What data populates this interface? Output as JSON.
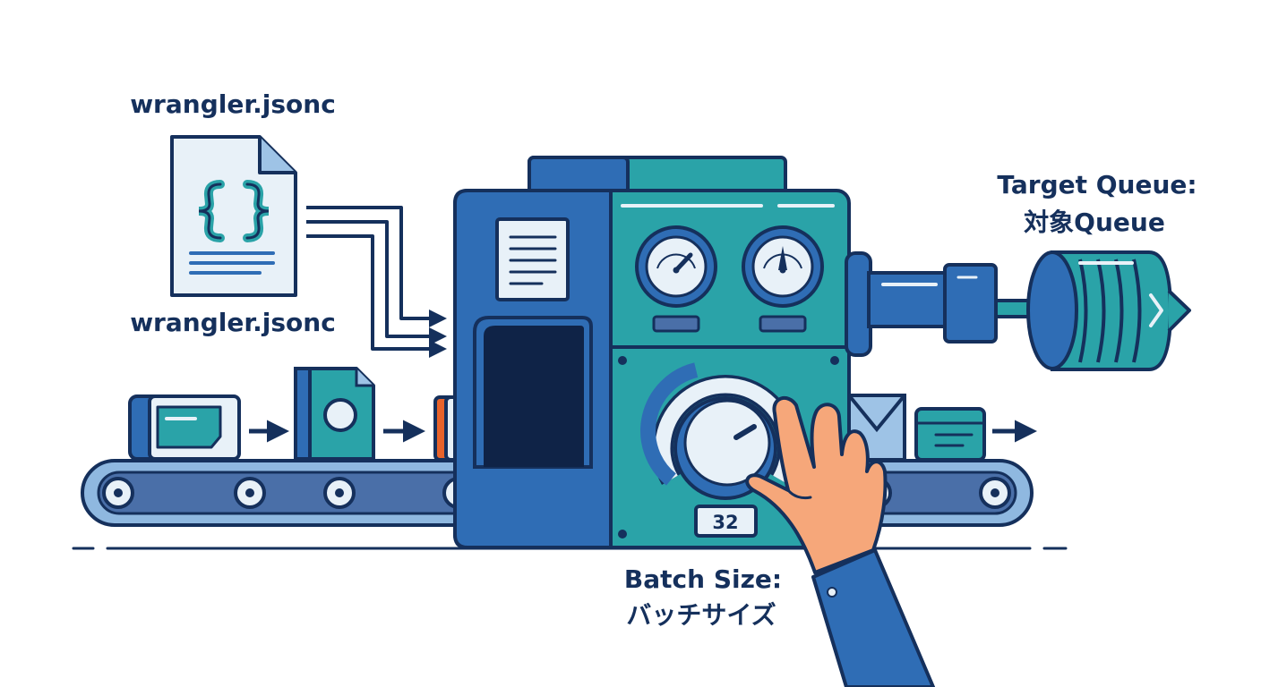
{
  "labels": {
    "config_title": "wrangler.jsonc",
    "config_caption": "wrangler.jsonc",
    "target_queue_en": "Target Queue:",
    "target_queue_ja": "対象Queue",
    "batch_size_en": "Batch Size:",
    "batch_size_ja": "バッチサイズ"
  },
  "dial": {
    "value": "32"
  },
  "icons": {
    "config_file": "curly-braces-file-icon",
    "target_queue": "queue-cylinder-icon",
    "dial": "batch-size-dial-icon"
  },
  "colors": {
    "outline": "#15305c",
    "machine_blue": "#2f6db5",
    "machine_teal": "#2aa3a8",
    "light": "#e8f1f8",
    "accent_orange": "#e8632b",
    "hand": "#f6a77a"
  }
}
